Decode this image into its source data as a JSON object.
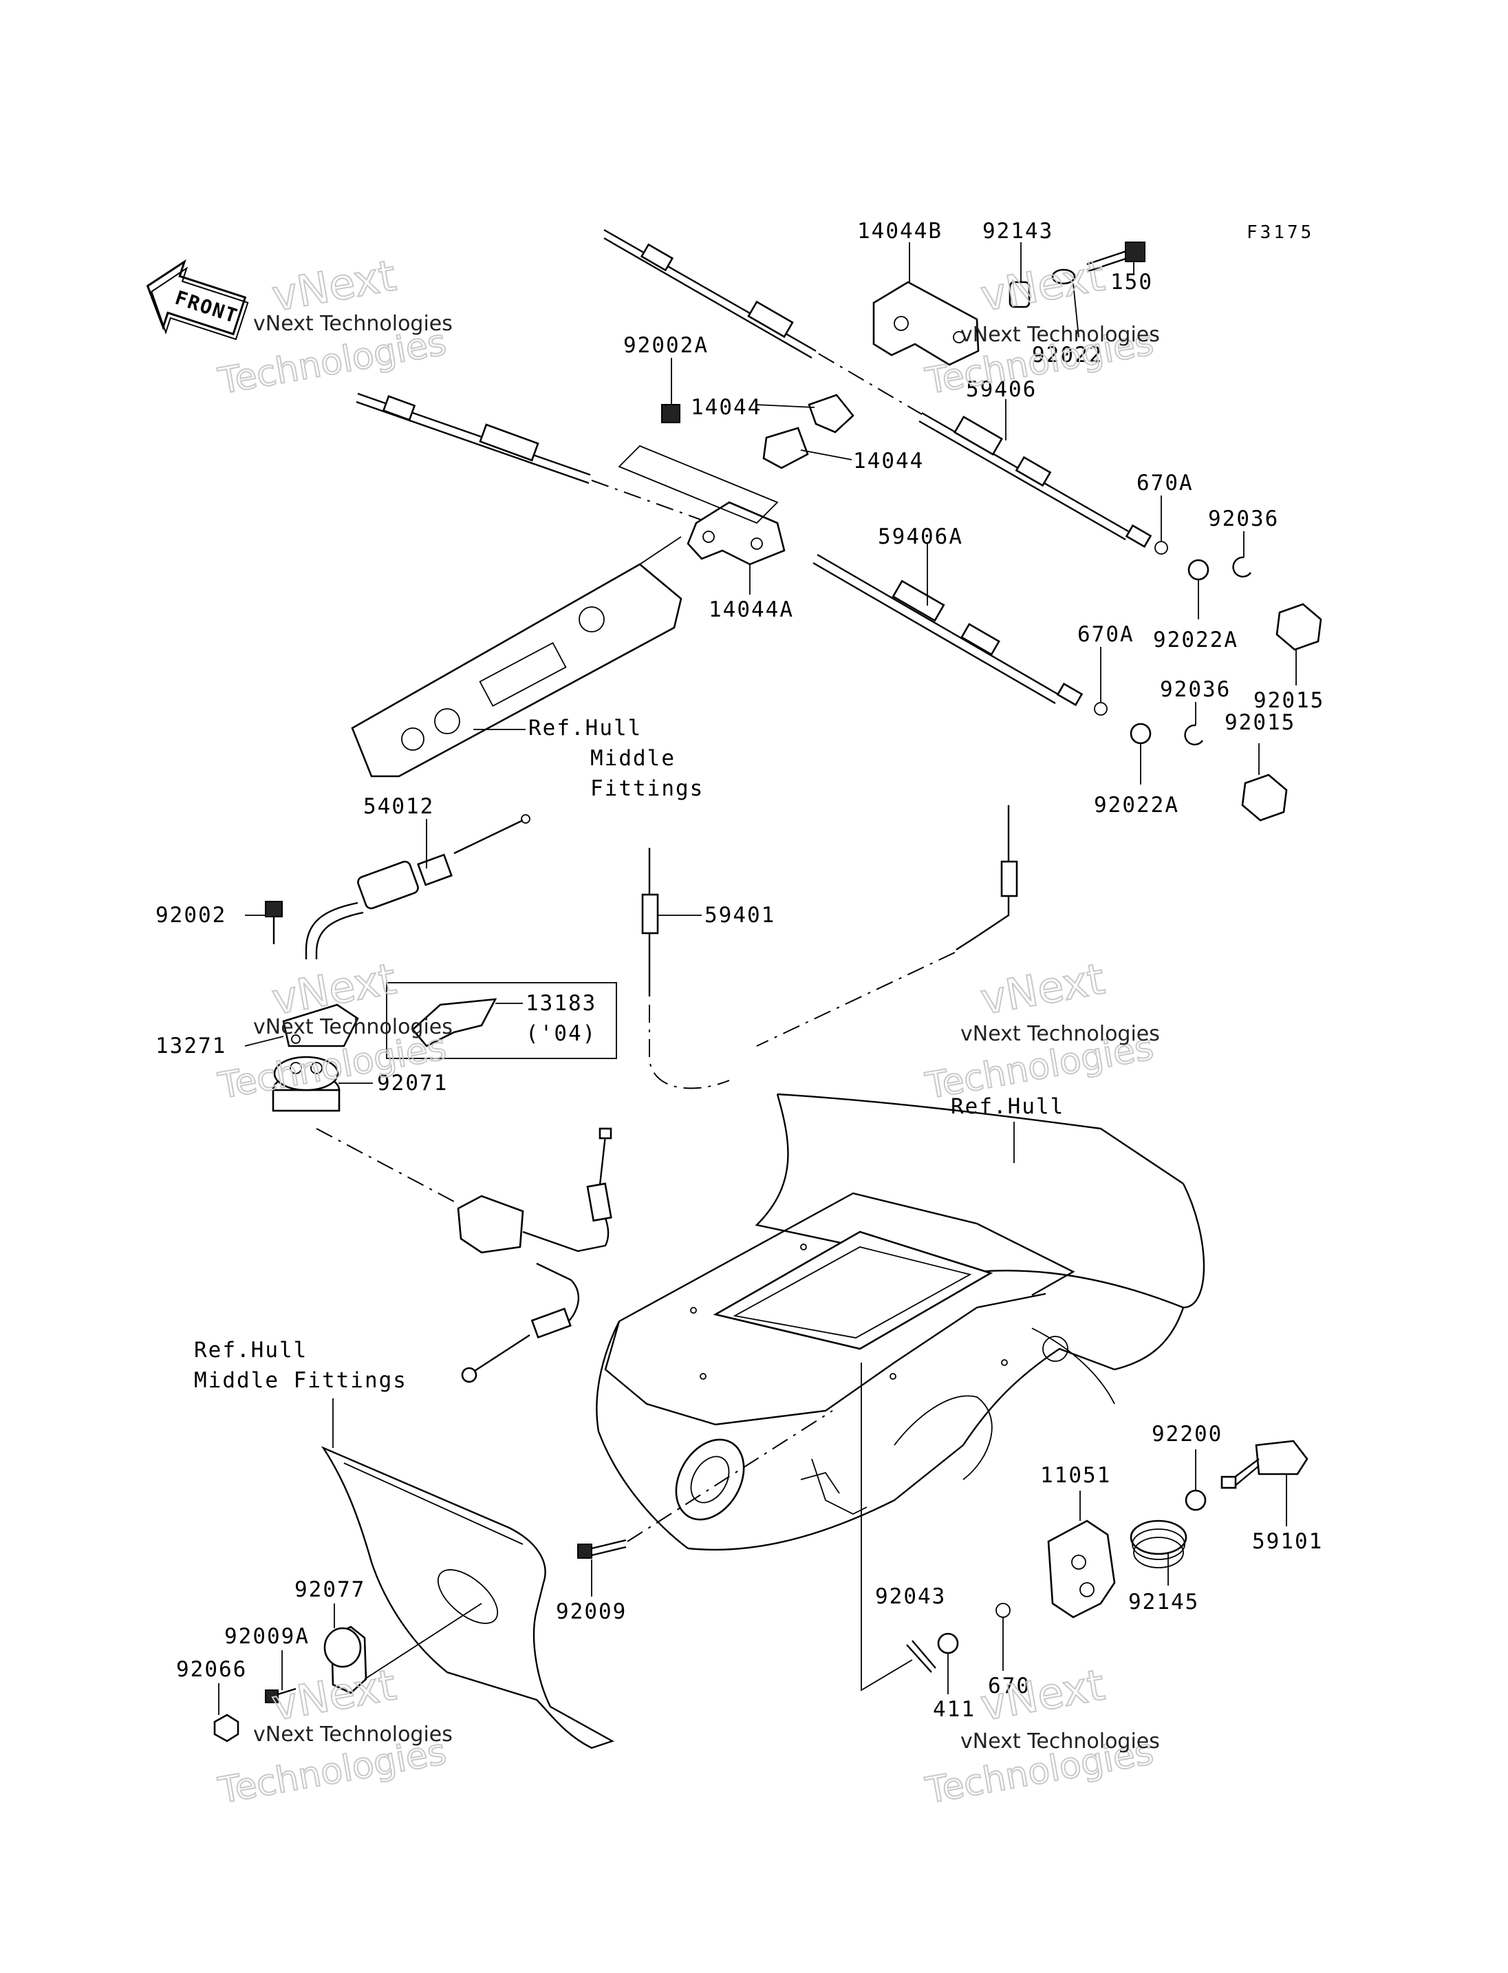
{
  "figure_code": "F3175",
  "front_arrow": "FRONT",
  "watermark": {
    "small": "vNext Technologies",
    "top_word": "vNext",
    "bottom_word": "Technologies"
  },
  "labels": {
    "p14044B": "14044B",
    "p92143": "92143",
    "p150": "150",
    "p92022": "92022",
    "p59406": "59406",
    "p92002A": "92002A",
    "p14044_1": "14044",
    "p14044_2": "14044",
    "p14044A": "14044A",
    "p59406A": "59406A",
    "p670A_1": "670A",
    "p670A_2": "670A",
    "p92036_1": "92036",
    "p92036_2": "92036",
    "p92022A_1": "92022A",
    "p92022A_2": "92022A",
    "p92015_1": "92015",
    "p92015_2": "92015",
    "ref_hull_mf_1": "Ref.Hull",
    "ref_hull_mf_2": "Middle",
    "ref_hull_mf_3": "Fittings",
    "p54012": "54012",
    "p92002": "92002",
    "p59401": "59401",
    "p13183": "13183",
    "p13183_note": "('04)",
    "p13271": "13271",
    "p92071": "92071",
    "ref_hull": "Ref.Hull",
    "ref_hull_mf2_1": "Ref.Hull",
    "ref_hull_mf2_2": "Middle Fittings",
    "p92200": "92200",
    "p11051": "11051",
    "p59101": "59101",
    "p92145": "92145",
    "p92077": "92077",
    "p92009A": "92009A",
    "p92066": "92066",
    "p92009": "92009",
    "p92043": "92043",
    "p670": "670",
    "p411": "411"
  }
}
